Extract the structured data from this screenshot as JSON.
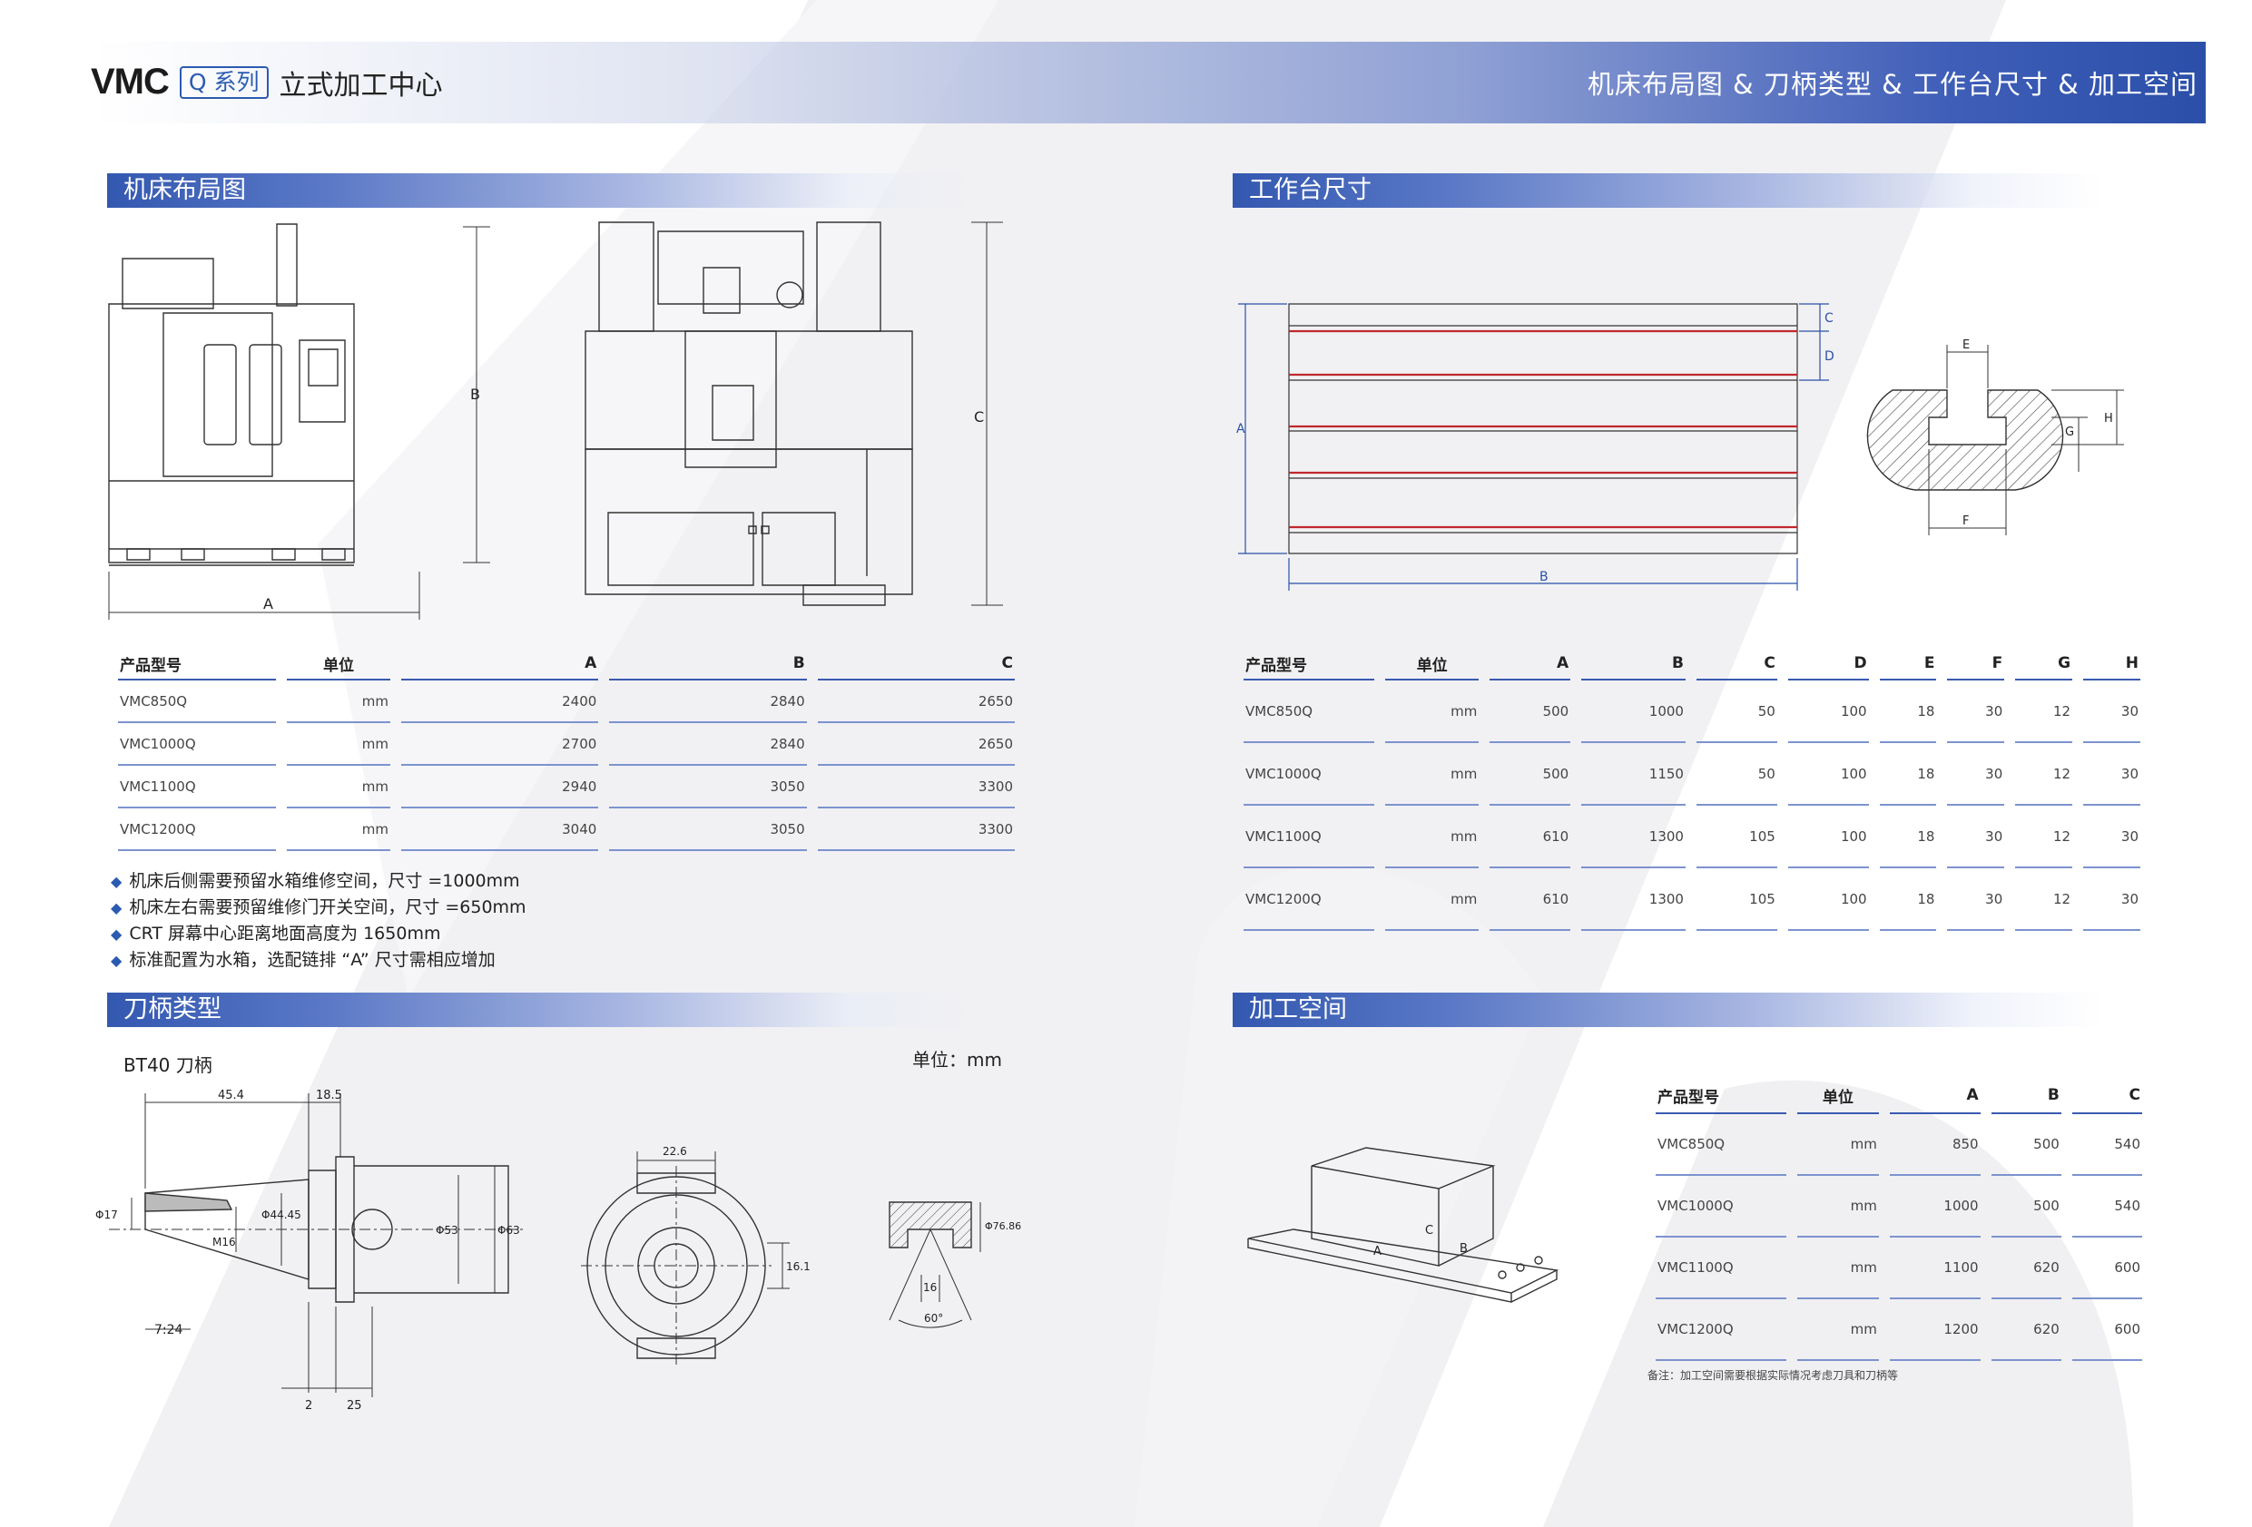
{
  "header": {
    "brand_model": "VMC",
    "brand_series": "Q 系列",
    "brand_title": "立式加工中心",
    "right_title": "机床布局图 & 刀柄类型 & 工作台尺寸 & 加工空间"
  },
  "sections": {
    "layout": "机床布局图",
    "toolholder": "刀柄类型",
    "table_size": "工作台尺寸",
    "work_space": "加工空间"
  },
  "layout_table": {
    "headers": [
      "产品型号",
      "单位",
      "A",
      "B",
      "C"
    ],
    "rows": [
      [
        "VMC850Q",
        "mm",
        "2400",
        "2840",
        "2650"
      ],
      [
        "VMC1000Q",
        "mm",
        "2700",
        "2840",
        "2650"
      ],
      [
        "VMC1100Q",
        "mm",
        "2940",
        "3050",
        "3300"
      ],
      [
        "VMC1200Q",
        "mm",
        "3040",
        "3050",
        "3300"
      ]
    ]
  },
  "layout_notes": [
    "机床后侧需要预留水箱维修空间，尺寸 =1000mm",
    "机床左右需要预留维修门开关空间，尺寸 =650mm",
    "CRT 屏幕中心距离地面高度为 1650mm",
    "标准配置为水箱，选配链排 “A” 尺寸需相应增加"
  ],
  "layout_drawing_labels": {
    "a": "A",
    "b": "B",
    "c": "C"
  },
  "table_size_table": {
    "headers": [
      "产品型号",
      "单位",
      "A",
      "B",
      "C",
      "D",
      "E",
      "F",
      "G",
      "H"
    ],
    "rows": [
      [
        "VMC850Q",
        "mm",
        "500",
        "1000",
        "50",
        "100",
        "18",
        "30",
        "12",
        "30"
      ],
      [
        "VMC1000Q",
        "mm",
        "500",
        "1150",
        "50",
        "100",
        "18",
        "30",
        "12",
        "30"
      ],
      [
        "VMC1100Q",
        "mm",
        "610",
        "1300",
        "105",
        "100",
        "18",
        "30",
        "12",
        "30"
      ],
      [
        "VMC1200Q",
        "mm",
        "610",
        "1300",
        "105",
        "100",
        "18",
        "30",
        "12",
        "30"
      ]
    ]
  },
  "table_drawing_labels": {
    "a": "A",
    "b": "B",
    "c": "C",
    "d": "D",
    "e": "E",
    "f": "F",
    "g": "G",
    "h": "H"
  },
  "toolholder": {
    "type_label": "BT40 刀柄",
    "unit_label": "单位：mm",
    "dims": {
      "d1": "45.4",
      "d2": "18.5",
      "d3": "7:24",
      "d4": "2",
      "d5": "25",
      "d6": "Φ17",
      "d7": "M16",
      "d8": "Φ44.45",
      "d9": "Φ53",
      "d10": "Φ63",
      "d11": "22.6",
      "d12": "16.1",
      "d13": "16",
      "d14": "60°",
      "d15": "Φ76.86"
    }
  },
  "work_space_table": {
    "headers": [
      "产品型号",
      "单位",
      "A",
      "B",
      "C"
    ],
    "rows": [
      [
        "VMC850Q",
        "mm",
        "850",
        "500",
        "540"
      ],
      [
        "VMC1000Q",
        "mm",
        "1000",
        "500",
        "540"
      ],
      [
        "VMC1100Q",
        "mm",
        "1100",
        "620",
        "600"
      ],
      [
        "VMC1200Q",
        "mm",
        "1200",
        "620",
        "600"
      ]
    ],
    "footnote": "备注：加工空间需要根据实际情况考虑刀具和刀柄等"
  },
  "work_space_labels": {
    "a": "A",
    "b": "B",
    "c": "C"
  },
  "colors": {
    "accent": "#2b5bb0",
    "red_slot": "#c0282d"
  }
}
